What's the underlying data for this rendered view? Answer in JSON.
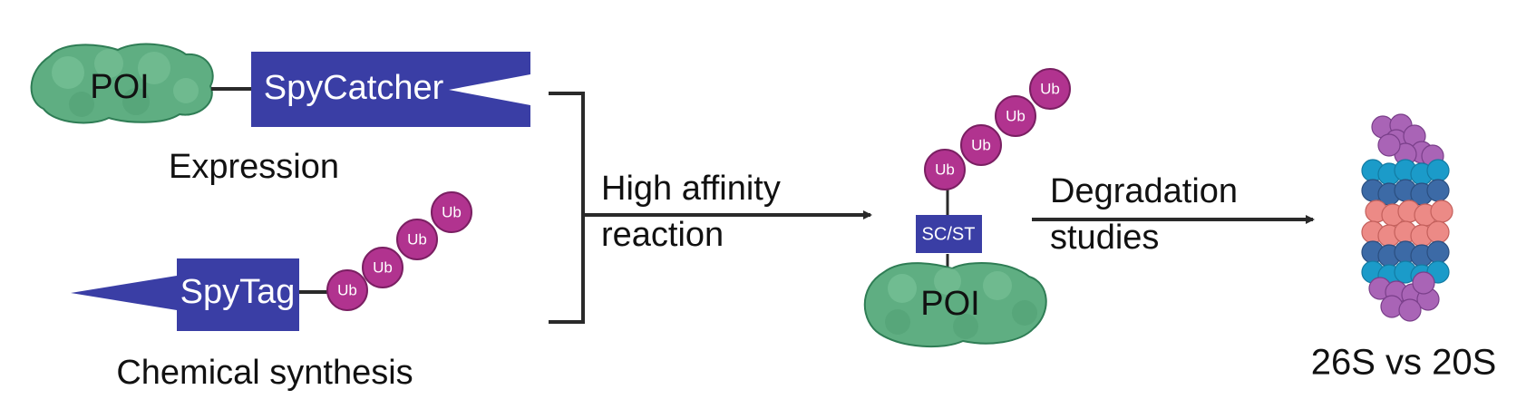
{
  "colors": {
    "poi_green": "#5fae82",
    "poi_dark": "#2f7d55",
    "spy_blue": "#3a3ea5",
    "ub_magenta": "#b1338f",
    "proteasome_cyan": "#1b9bc9",
    "proteasome_navy": "#3c6aa6",
    "proteasome_salmon": "#ec8a86",
    "proteasome_purple": "#a964b6",
    "arrow": "#2a2a2a"
  },
  "left": {
    "poi_label": "POI",
    "spycatcher_label": "SpyCatcher",
    "expression_label": "Expression",
    "spytag_label": "SpyTag",
    "chemical_label": "Chemical synthesis",
    "ub_chain": [
      "Ub",
      "Ub",
      "Ub",
      "Ub"
    ]
  },
  "reaction": {
    "line1": "High affinity",
    "line2": "reaction"
  },
  "product": {
    "ub_chain": [
      "Ub",
      "Ub",
      "Ub",
      "Ub"
    ],
    "linker_label": "SC/ST",
    "poi_label": "POI"
  },
  "degradation": {
    "line1": "Degradation",
    "line2": "studies"
  },
  "proteasome": {
    "label": "26S vs 20S"
  }
}
